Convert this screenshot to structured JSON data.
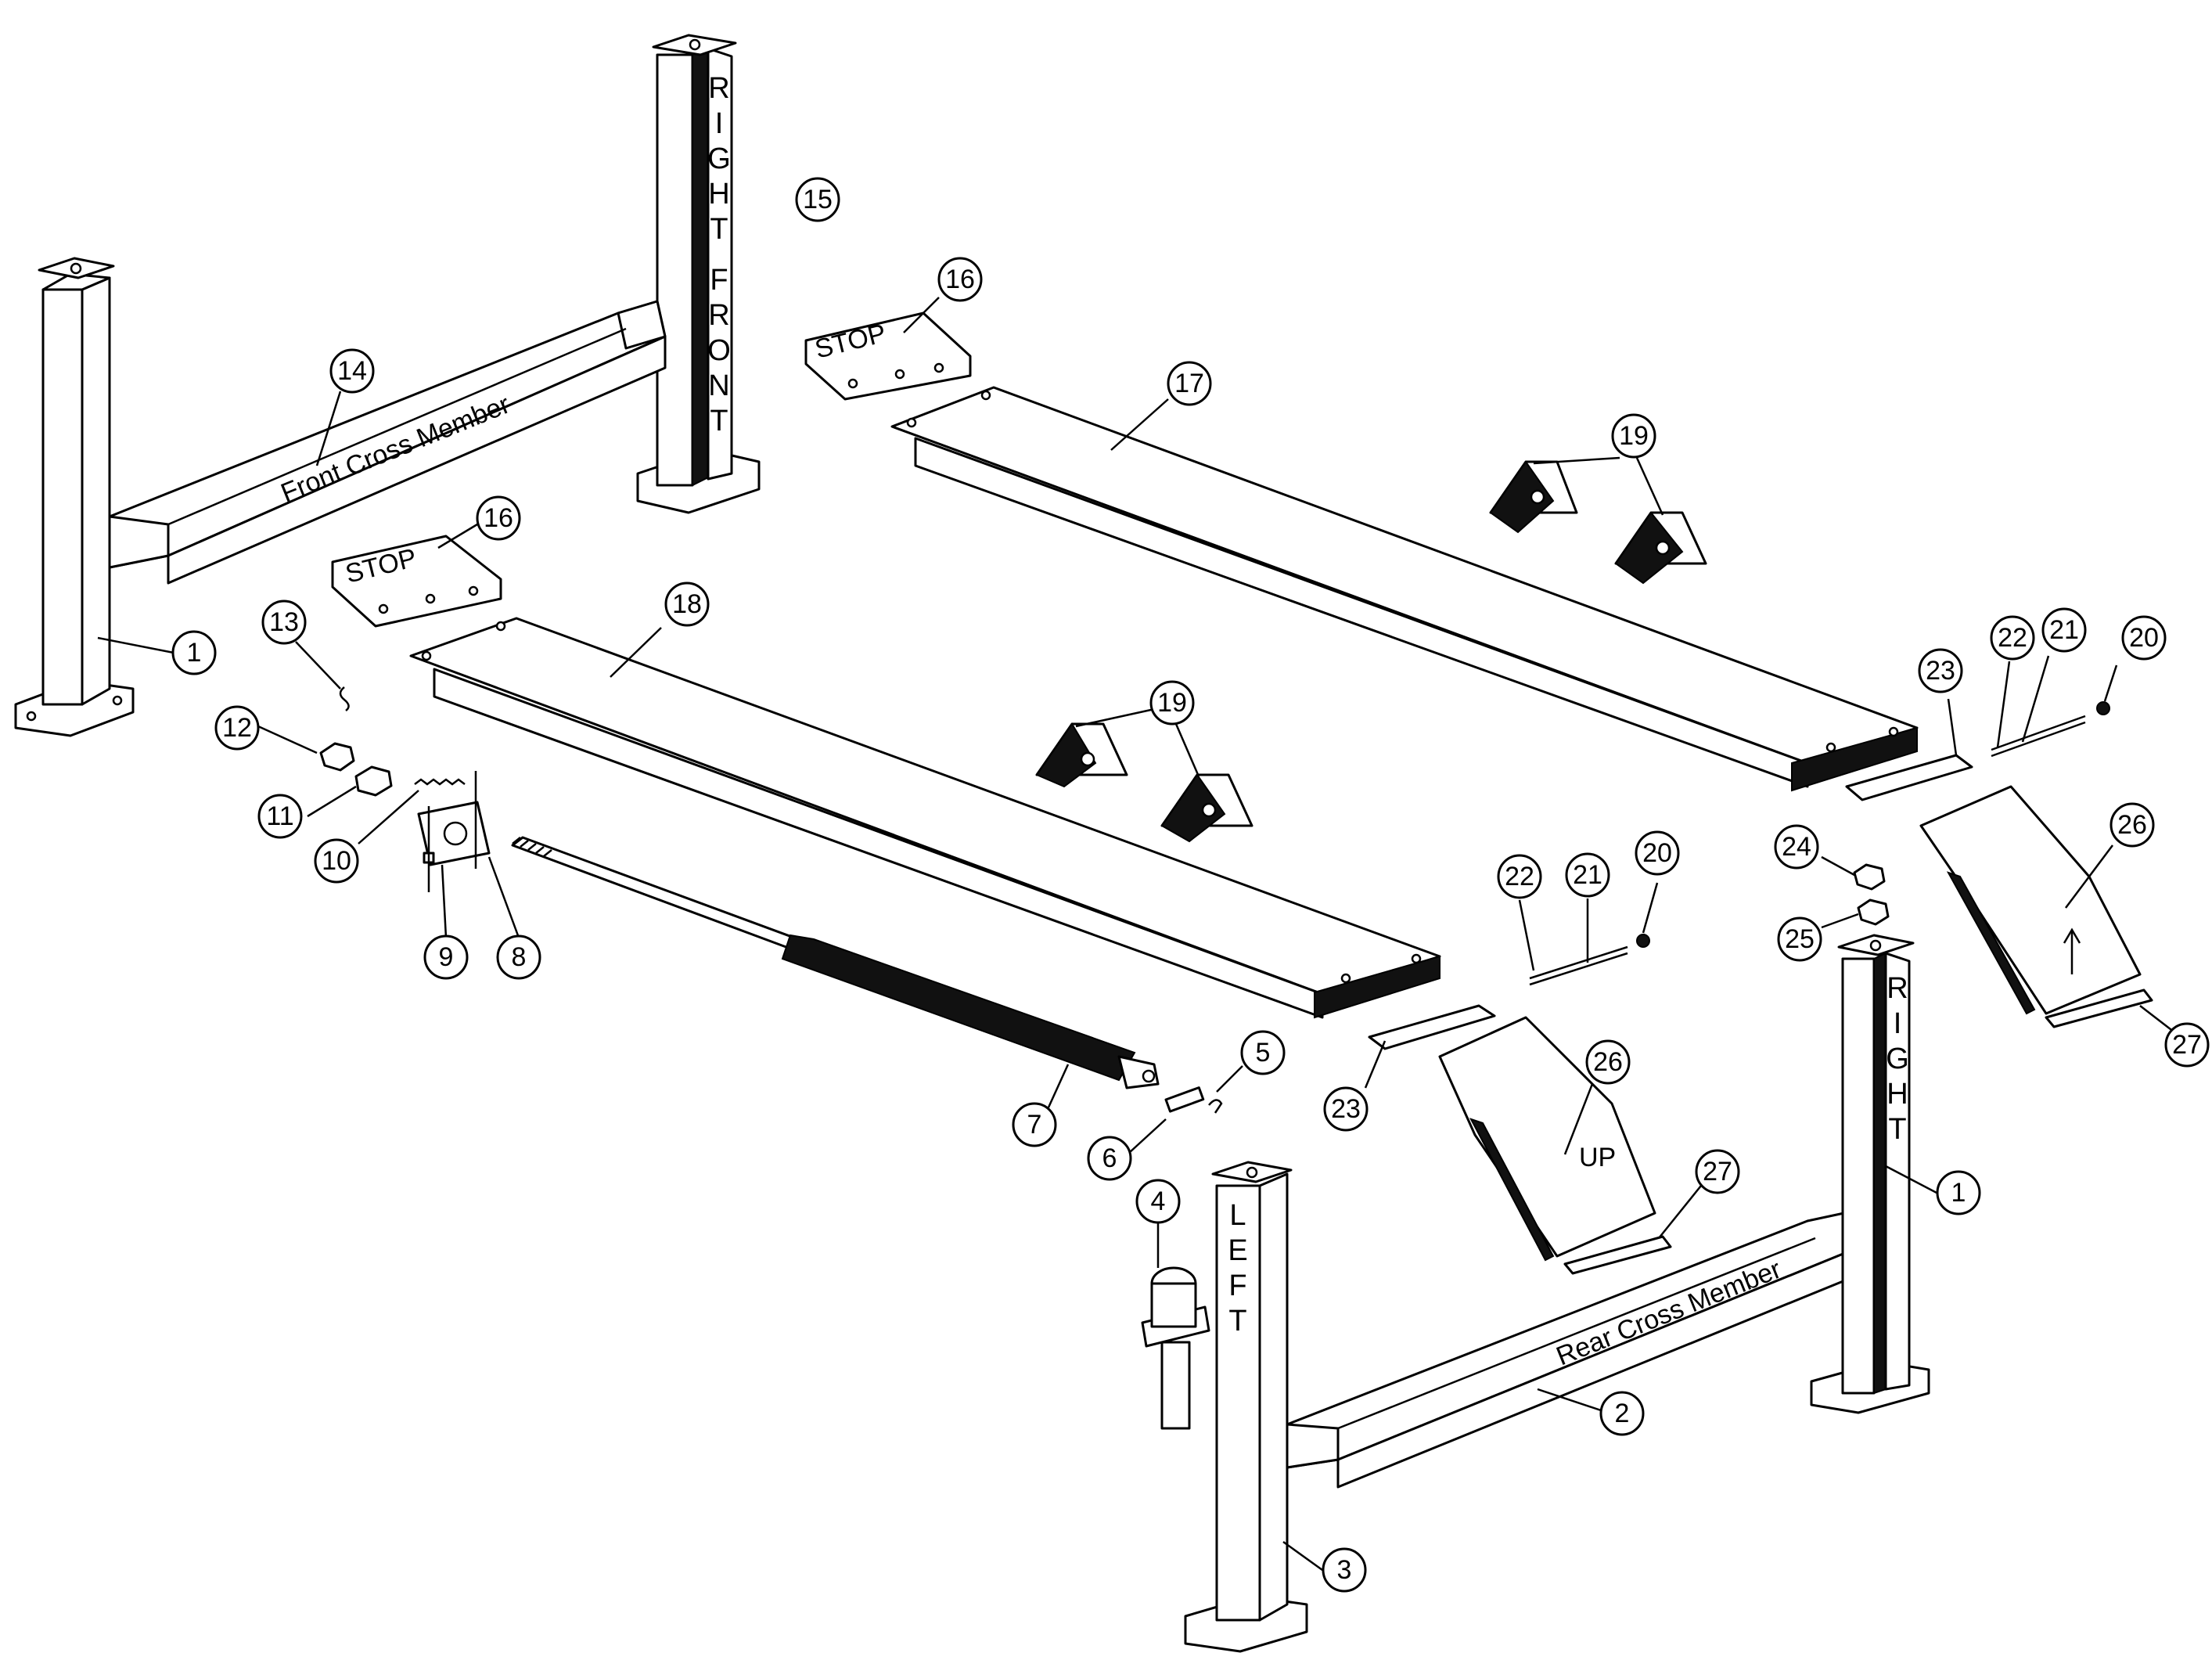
{
  "labels": {
    "front_cross_member": "Front Cross Member",
    "rear_cross_member": "Rear Cross Member",
    "stop_front": "STOP",
    "stop_left": "STOP",
    "up": "UP",
    "right_front_letters": [
      "R",
      "I",
      "G",
      "H",
      "T",
      "F",
      "R",
      "O",
      "N",
      "T"
    ],
    "left_letters": [
      "L",
      "E",
      "F",
      "T"
    ],
    "right_letters": [
      "R",
      "I",
      "G",
      "H",
      "T"
    ]
  },
  "callouts": {
    "c1a": "1",
    "c1b": "1",
    "c2": "2",
    "c3": "3",
    "c4": "4",
    "c5": "5",
    "c6": "6",
    "c7": "7",
    "c8": "8",
    "c9": "9",
    "c10": "10",
    "c11": "11",
    "c12": "12",
    "c13": "13",
    "c14": "14",
    "c15": "15",
    "c16a": "16",
    "c16b": "16",
    "c17": "17",
    "c18": "18",
    "c19a": "19",
    "c19b": "19",
    "c20a": "20",
    "c20b": "20",
    "c21a": "21",
    "c21b": "21",
    "c22a": "22",
    "c22b": "22",
    "c23a": "23",
    "c23b": "23",
    "c24": "24",
    "c25": "25",
    "c26a": "26",
    "c26b": "26",
    "c27a": "27",
    "c27b": "27"
  }
}
